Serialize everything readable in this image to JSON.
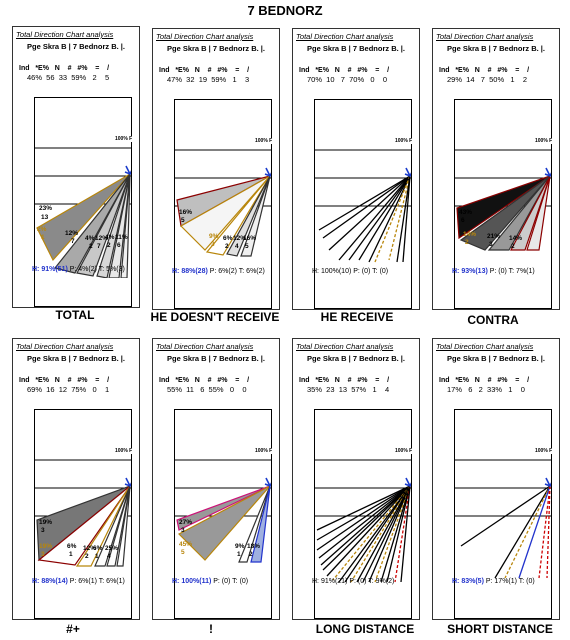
{
  "title": "7 BEDNORZ",
  "chart_data": [
    {
      "type": "other",
      "header": "Total Direction Chart analysis",
      "team_title": "Pge Skra B  |  7 Bednorz B.  |.",
      "stats_header": "Ind   *E%   N    #   #%    =    /",
      "stats_values": "46%  56  33  59%   2    5",
      "top_label": "100% F",
      "footer_h": "H: 91%(51)",
      "footer_rest": "P: 4%(2)  T: 5%(3)",
      "caption": "TOTAL",
      "labels": [
        "23%",
        "13",
        "2%",
        "1",
        "12%",
        "7",
        "4%",
        "2",
        "12%",
        "7",
        "4%",
        "2",
        "11%",
        "6"
      ]
    },
    {
      "type": "other",
      "header": "Total Direction Chart analysis",
      "team_title": "Pge Skra B  |  7 Bednorz B.  |.",
      "stats_header": "Ind   *E%   N    #   #%    =    /",
      "stats_values": "47%  32  19  59%   1    3",
      "top_label": "100% F",
      "footer_h": "H: 88%(28)",
      "footer_rest": "P: 6%(2)  T: 6%(2)",
      "caption": "HE DOESN'T RECEIVE",
      "labels": [
        "16%",
        "5",
        "9%",
        "3",
        "6%",
        "2",
        "12%",
        "4",
        "16%",
        "5"
      ]
    },
    {
      "type": "other",
      "header": "Total Direction Chart analysis",
      "team_title": "Pge Skra B  |  7 Bednorz B.  |.",
      "stats_header": "Ind   *E%   N    #   #%    =    /",
      "stats_values": "70%  10   7  70%   0    0",
      "top_label": "100% F",
      "footer_h": "H: 100%(10)",
      "footer_rest": "P: (0)  T: (0)",
      "caption": "HE RECEIVE",
      "labels": []
    },
    {
      "type": "other",
      "header": "Total Direction Chart analysis",
      "team_title": "Pge Skra B  |  7 Bednorz B.  |.",
      "stats_header": "Ind   *E%   N    #   #%    =    /",
      "stats_values": "29%  14   7  50%   1    2",
      "top_label": "100% F",
      "footer_h": "H: 93%(13)",
      "footer_rest": "P: (0)  T: 7%(1)",
      "caption": "CONTRA",
      "labels": [
        "43%",
        "6",
        "14%",
        "2",
        "21%",
        "3",
        "14%",
        "2"
      ]
    },
    {
      "type": "other",
      "header": "Total Direction Chart analysis",
      "team_title": "Pge Skra B  |  7 Bednorz B.  |.",
      "stats_header": "Ind   *E%   N    #   #%    =    /",
      "stats_values": "69%  16  12  75%   0    1",
      "top_label": "100% F",
      "footer_h": "H: 88%(14)",
      "footer_rest": "P: 6%(1)  T: 6%(1)",
      "caption": "#+",
      "labels": [
        "19%",
        "3",
        "19%",
        "3",
        "6%",
        "1",
        "12%",
        "2",
        "6%",
        "1",
        "25%",
        "4"
      ]
    },
    {
      "type": "other",
      "header": "Total Direction Chart analysis",
      "team_title": "Pge Skra B  |  7 Bednorz B.  |.",
      "stats_header": "Ind   *E%   N    #   #%    =    /",
      "stats_values": "55%  11   6  55%   0    0",
      "top_label": "100% F",
      "footer_h": "H: 100%(11)",
      "footer_rest": "P: (0)  T: (0)",
      "caption": "!",
      "labels": [
        "27%",
        "3",
        "45%",
        "5",
        "9%",
        "1",
        "18%",
        "2"
      ]
    },
    {
      "type": "other",
      "header": "Total Direction Chart analysis",
      "team_title": "Pge Skra B  |  7 Bednorz B.  |.",
      "stats_header": "Ind   *E%   N    #   #%    =    /",
      "stats_values": "35%  23  13  57%   1    4",
      "top_label": "100% F",
      "footer_h": "H: 91%(21)",
      "footer_rest": "P: (0)  T: 9%(2)",
      "caption": "LONG DISTANCE",
      "labels": []
    },
    {
      "type": "other",
      "header": "Total Direction Chart analysis",
      "team_title": "Pge Skra B  |  7 Bednorz B.  |.",
      "stats_header": "Ind   *E%   N    #   #%    =    /",
      "stats_values": "17%   6   2  33%   1    0",
      "top_label": "100% F",
      "footer_h": "H: 83%(5)",
      "footer_rest": "P: 17%(1)  T: (0)",
      "caption": "SHORT DISTANCE",
      "labels": []
    }
  ]
}
